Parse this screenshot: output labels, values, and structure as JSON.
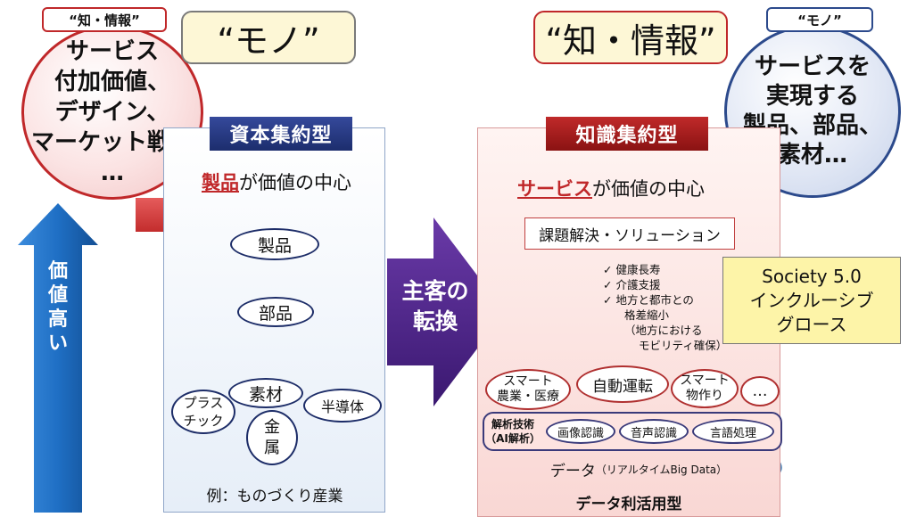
{
  "left": {
    "tag": "“知・情報”",
    "circle_lines": [
      "サービス",
      "付加価値、",
      "デザイン、",
      "マーケット戦略",
      "…"
    ],
    "headline": "“モノ”",
    "arrow_label": [
      "価",
      "値",
      "高",
      "い"
    ],
    "panel_title": "資本集約型",
    "center_red": "製品",
    "center_rest": "が価値の中心",
    "nodes": {
      "product": "製品",
      "parts": "部品",
      "material": "素材",
      "plastic": [
        "プラス",
        "チック"
      ],
      "metal": [
        "金",
        "属"
      ],
      "semiconductor": "半導体"
    },
    "example": "例：ものづくり産業"
  },
  "shift": [
    "主客の",
    "転換"
  ],
  "right": {
    "headline": "“知・情報”",
    "tag": "“モノ”",
    "circle_lines": [
      "サービスを",
      "実現する",
      "製品、部品、",
      "素材…"
    ],
    "panel_title": "知識集約型",
    "center_red": "サービス",
    "center_rest": "が価値の中心",
    "solution": "課題解決・ソリューション",
    "checklist": [
      "✓ 健康長寿",
      "✓ 介護支援",
      "✓ 地方と都市との",
      "格差縮小",
      "（地方における",
      "モビリティ確保）"
    ],
    "society": [
      "Society 5.0",
      "インクルーシブ",
      "グロース"
    ],
    "apps": {
      "smart_agri": [
        "スマート",
        "農業・医療"
      ],
      "auto_drive": "自動運転",
      "smart_mfg": [
        "スマート",
        "物作り"
      ],
      "more": "…"
    },
    "ai_label": [
      "解析技術",
      "（AI解析）"
    ],
    "ai_items": [
      "画像認識",
      "音声認識",
      "言語処理"
    ],
    "data_main": "データ",
    "data_sub": "（リアルタイムBig Data）",
    "footer": "データ利活用型"
  },
  "colors": {
    "red_accent": "#c0282a",
    "navy": "#1d2d68",
    "blue_arrow": "#1f6fc4",
    "purple_arrow": "#4b2389",
    "society_yellow": "#fdf4a8"
  }
}
